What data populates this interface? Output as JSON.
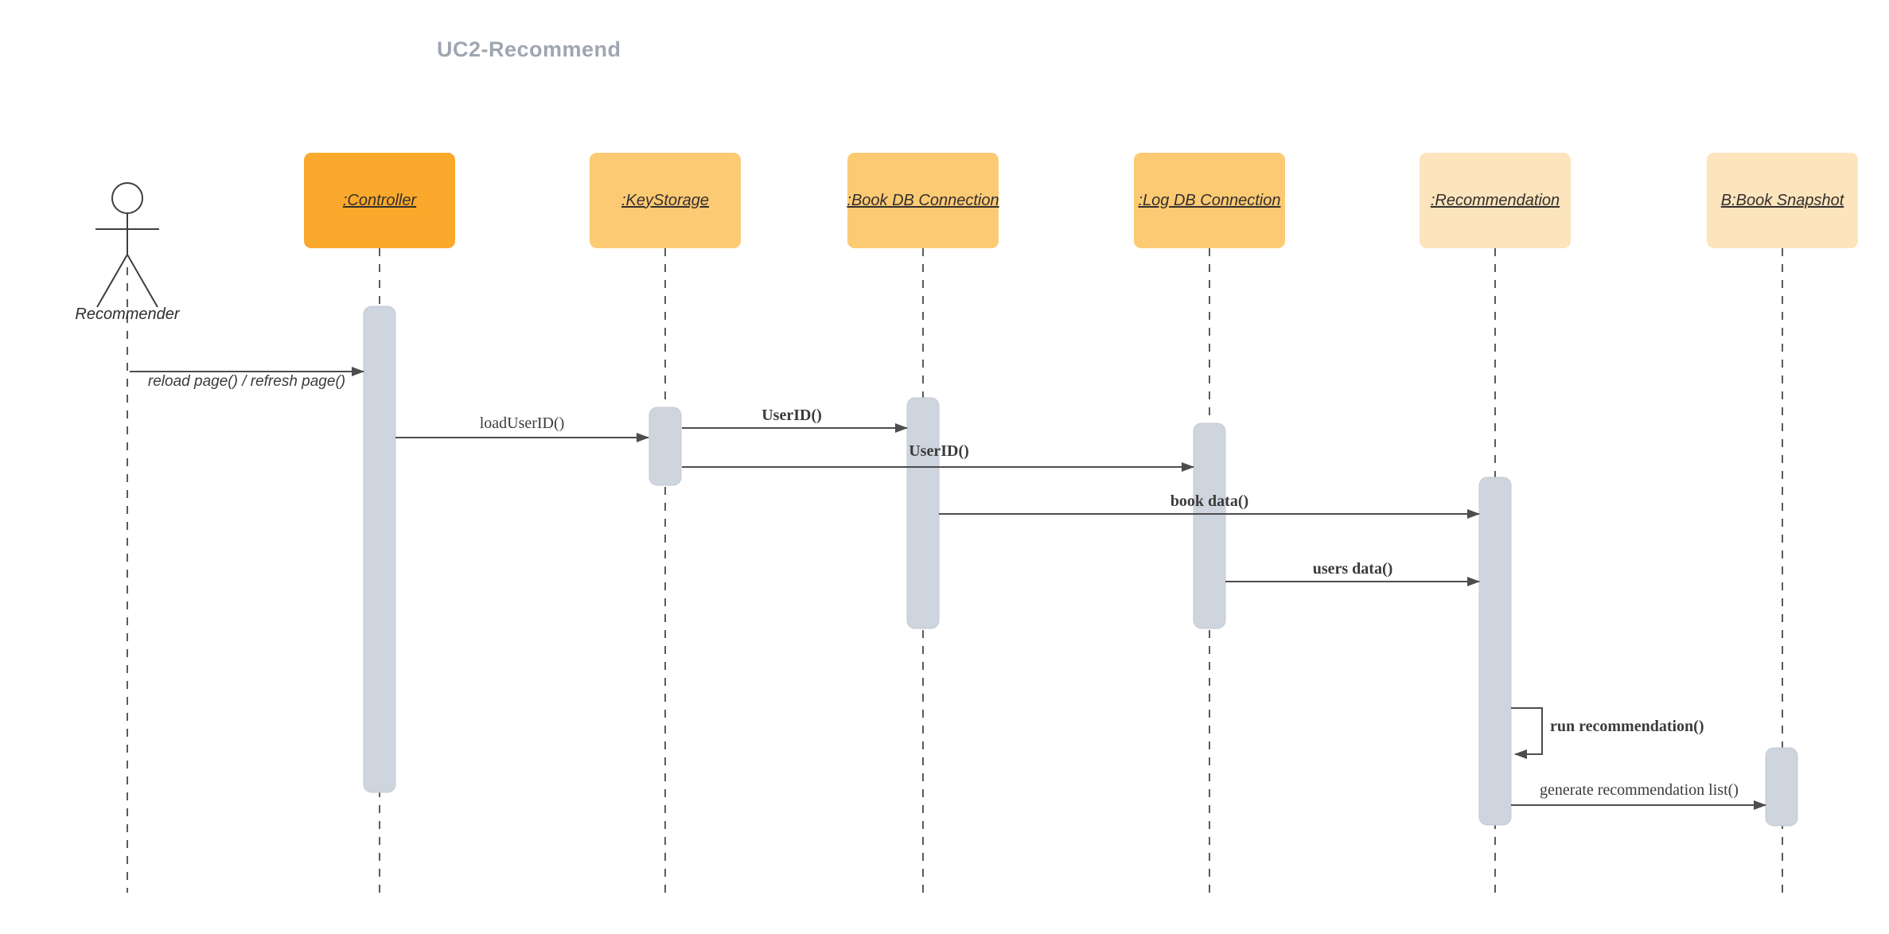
{
  "title": "UC2-Recommend",
  "colors": {
    "controller_fill": "#FBA92C",
    "connector_fill": "#FDCA74",
    "entity_fill": "#FCE4BC",
    "activation_fill": "#CFD5DE",
    "activation_border": "#C3C9D3",
    "arrow": "#4D4D4D",
    "lifeline": "#5B5B5B",
    "title_text": "#9FA6B0",
    "label_text": "#3B3B3B"
  },
  "actor": {
    "name": "Recommender"
  },
  "participants": [
    {
      "label": ":Controller"
    },
    {
      "label": ":KeyStorage"
    },
    {
      "label": ":Book DB Connection"
    },
    {
      "label": ":Log DB Connection"
    },
    {
      "label": ":Recommendation"
    },
    {
      "label": "B:Book Snapshot"
    }
  ],
  "messages": [
    {
      "label": "reload page() / refresh page()",
      "from": "Recommender",
      "to": ":Controller"
    },
    {
      "label": "loadUserID()",
      "from": ":Controller",
      "to": ":KeyStorage"
    },
    {
      "label": "UserID()",
      "from": ":KeyStorage",
      "to": ":Book DB Connection"
    },
    {
      "label": "UserID()",
      "from": ":KeyStorage",
      "to": ":Log DB Connection"
    },
    {
      "label": "book data()",
      "from": ":Book DB Connection",
      "to": ":Recommendation"
    },
    {
      "label": "users data()",
      "from": ":Log DB Connection",
      "to": ":Recommendation"
    },
    {
      "label": "run recommendation()",
      "from": ":Recommendation",
      "to": ":Recommendation"
    },
    {
      "label": "generate recommendation list()",
      "from": ":Recommendation",
      "to": "B:Book Snapshot"
    }
  ]
}
